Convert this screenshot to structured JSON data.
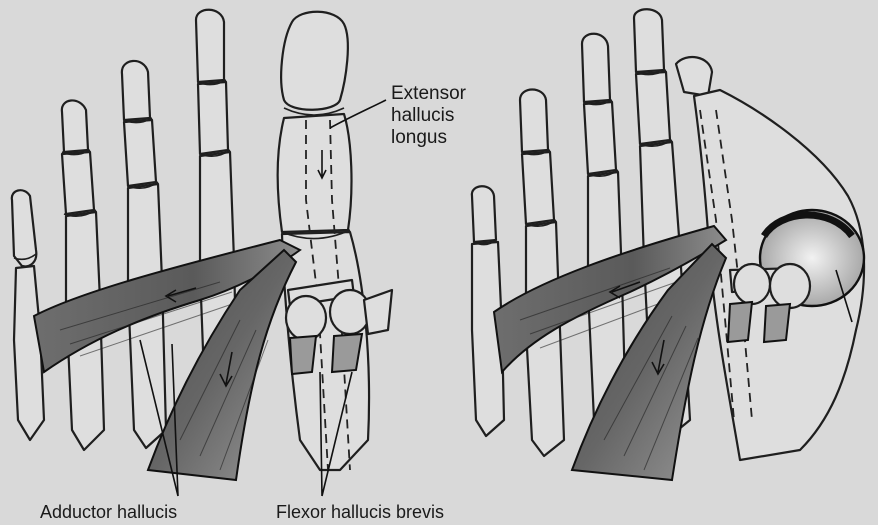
{
  "labels": {
    "extensor_hallucis_longus": [
      "Extensor",
      "hallucis",
      "longus"
    ],
    "adductor_hallucis": "Adductor hallucis",
    "flexor_hallucis_brevis": "Flexor hallucis brevis"
  },
  "colors": {
    "background": "#d9d9d9",
    "bone": "#dedede",
    "muscle_dark": "#5a5a5a",
    "muscle_light": "#9c9c9c",
    "ink": "#1a1a1a"
  }
}
